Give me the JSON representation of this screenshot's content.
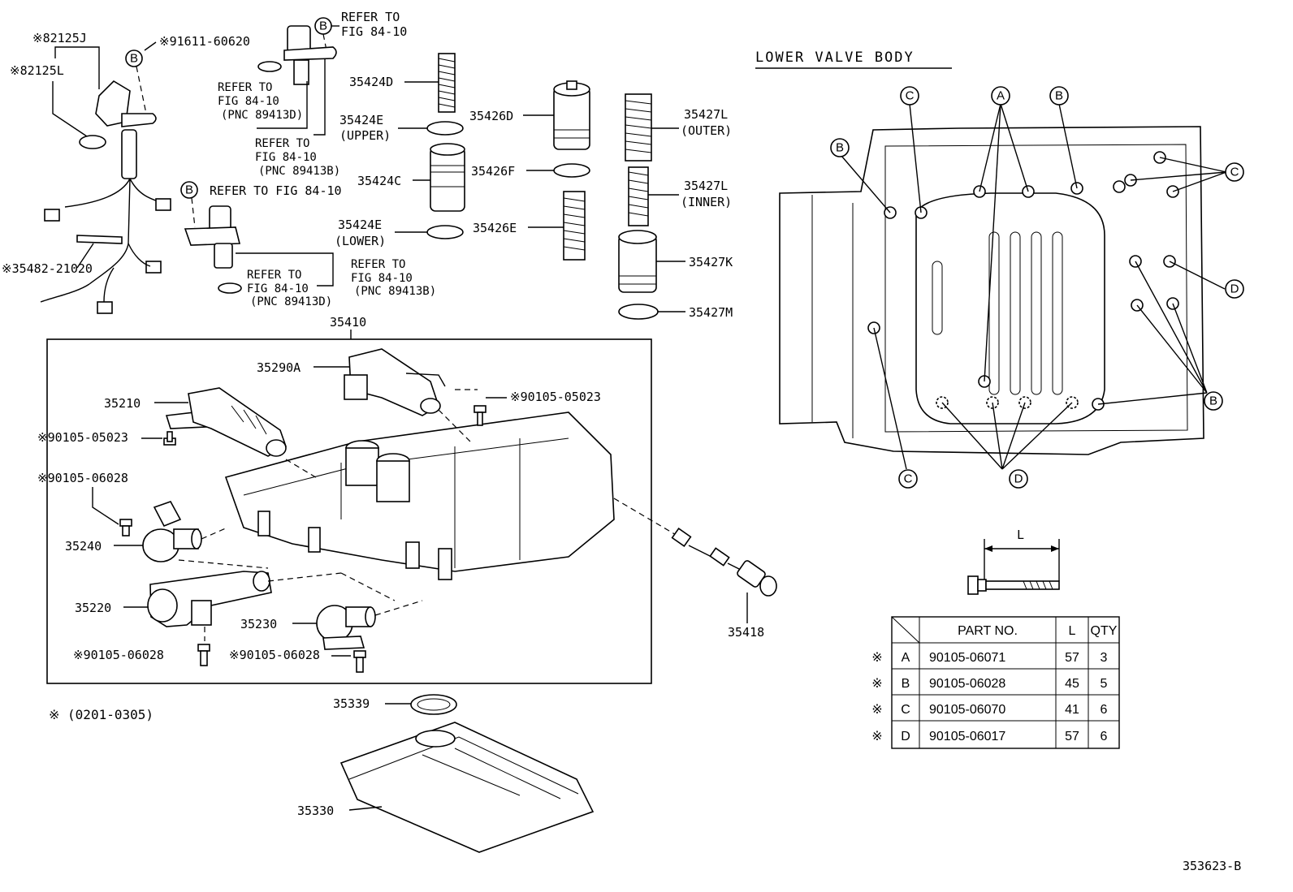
{
  "title": "LOWER VALVE BODY",
  "footnote": "※ (0201-0305)",
  "figure_code": "353623-B",
  "callout_labels": {
    "p82125J": "※82125J",
    "p82125L": "※82125L",
    "p91611": "※91611-60620",
    "p35482": "※35482-21020",
    "refer_top": [
      "REFER TO",
      "FIG 84-10"
    ],
    "refer_left_d": [
      "REFER TO",
      "FIG 84-10",
      "(PNC 89413D)"
    ],
    "refer_left_b": [
      "REFER TO",
      "FIG 84-10",
      "(PNC 89413B)"
    ],
    "refer_mid": "REFER TO FIG 84-10",
    "refer_low_d": [
      "REFER TO",
      "FIG 84-10",
      "(PNC 89413D)"
    ],
    "refer_low_b": [
      "REFER TO",
      "FIG 84-10",
      "(PNC 89413B)"
    ],
    "p35424D": "35424D",
    "p35424E_up": [
      "35424E",
      "(UPPER)"
    ],
    "p35424C": "35424C",
    "p35424E_low": [
      "35424E",
      "(LOWER)"
    ],
    "p35426D": "35426D",
    "p35426F": "35426F",
    "p35426E": "35426E",
    "p35427L_out": [
      "35427L",
      "(OUTER)"
    ],
    "p35427L_in": [
      "35427L",
      "(INNER)"
    ],
    "p35427K": "35427K",
    "p35427M": "35427M",
    "p35410": "35410",
    "p35290A": "35290A",
    "p35210": "35210",
    "p90105_05023_a": "※90105-05023",
    "p90105_05023_b": "※90105-05023",
    "p90105_06028_a": "※90105-06028",
    "p35240": "35240",
    "p35220": "35220",
    "p35230": "35230",
    "p90105_06028_b": "※90105-06028",
    "p90105_06028_c": "※90105-06028",
    "p35418": "35418",
    "p35339": "35339",
    "p35330": "35330"
  },
  "bolt_markers": [
    "A",
    "B",
    "C",
    "D"
  ],
  "dimension_label": "L",
  "bolt_table": {
    "headers": [
      "PART NO.",
      "L",
      "QTY"
    ],
    "mark": "※",
    "rows": [
      {
        "key": "A",
        "part_no": "90105-06071",
        "l": "57",
        "qty": "3"
      },
      {
        "key": "B",
        "part_no": "90105-06028",
        "l": "45",
        "qty": "5"
      },
      {
        "key": "C",
        "part_no": "90105-06070",
        "l": "41",
        "qty": "6"
      },
      {
        "key": "D",
        "part_no": "90105-06017",
        "l": "57",
        "qty": "6"
      }
    ]
  }
}
